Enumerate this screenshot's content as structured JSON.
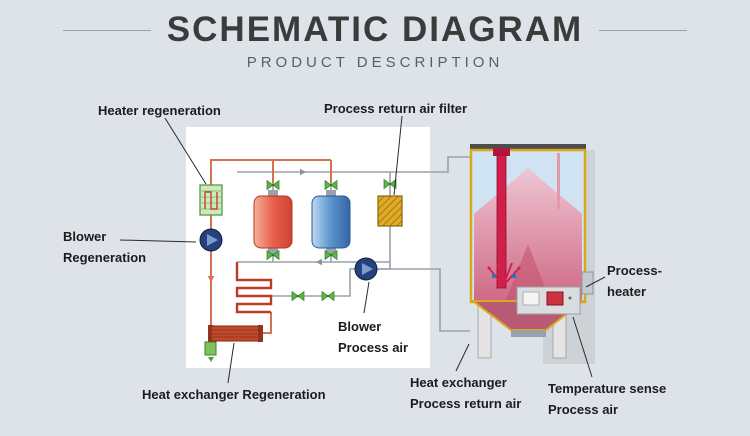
{
  "header": {
    "title": "SCHEMATIC DIAGRAM",
    "subtitle": "PRODUCT DESCRIPTION"
  },
  "labels": {
    "heater_regeneration": "Heater regeneration",
    "process_return_air_filter": "Process return air filter",
    "blower_regeneration": [
      "Blower",
      "Regeneration"
    ],
    "blower_process_air": [
      "Blower",
      "Process air"
    ],
    "heat_exchanger_regeneration": "Heat exchanger Regeneration",
    "process_heater": [
      "Process-",
      "heater"
    ],
    "heat_exchanger_process_return_air": [
      "Heat exchanger",
      "Process return air"
    ],
    "temperature_sense_process_air": [
      "Temperature sense",
      "Process air"
    ]
  },
  "colors": {
    "background": "#dde3e9",
    "panel": "#ffffff",
    "pipe_orange": "#d4734d",
    "pipe_gray": "#9aa2aa",
    "valve_green": "#5cb644",
    "vessel_red": "#e8604a",
    "vessel_blue": "#5b93cc",
    "filter_gold": "#d9a520",
    "blower_navy": "#24427e",
    "hopper_outline": "#d9a91c",
    "material_pink": "#d06a86",
    "conveying_pipe_red": "#d11f4a"
  }
}
